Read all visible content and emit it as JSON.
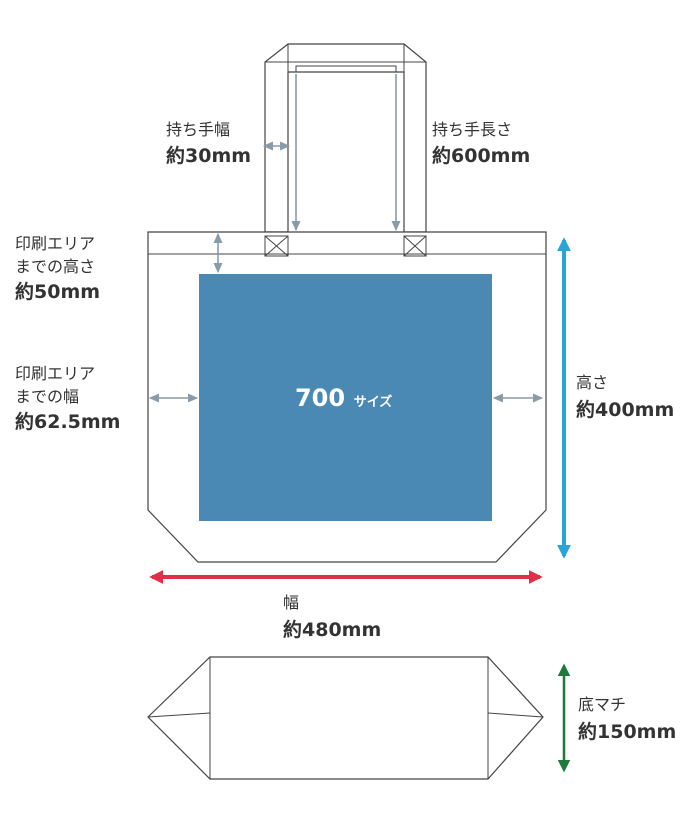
{
  "colors": {
    "print_area": "#4a89b4",
    "dim_gray": "#8a9ba8",
    "height_accent": "#2aa6d6",
    "width_accent": "#e03048",
    "gusset_accent": "#1f7a3a",
    "outline": "#444444"
  },
  "labels": {
    "handle_width": {
      "label": "持ち手幅",
      "value": "約30mm"
    },
    "handle_length": {
      "label": "持ち手長さ",
      "value": "約600mm"
    },
    "print_top": {
      "line1": "印刷エリア",
      "line2": "までの高さ",
      "value": "約50mm"
    },
    "print_side": {
      "line1": "印刷エリア",
      "line2": "までの幅",
      "value": "約62.5mm"
    },
    "center": {
      "main": "700",
      "sub": "サイズ"
    },
    "height": {
      "label": "高さ",
      "value": "約400mm"
    },
    "width": {
      "label": "幅",
      "value": "約480mm"
    },
    "gusset": {
      "label": "底マチ",
      "value": "約150mm"
    }
  }
}
